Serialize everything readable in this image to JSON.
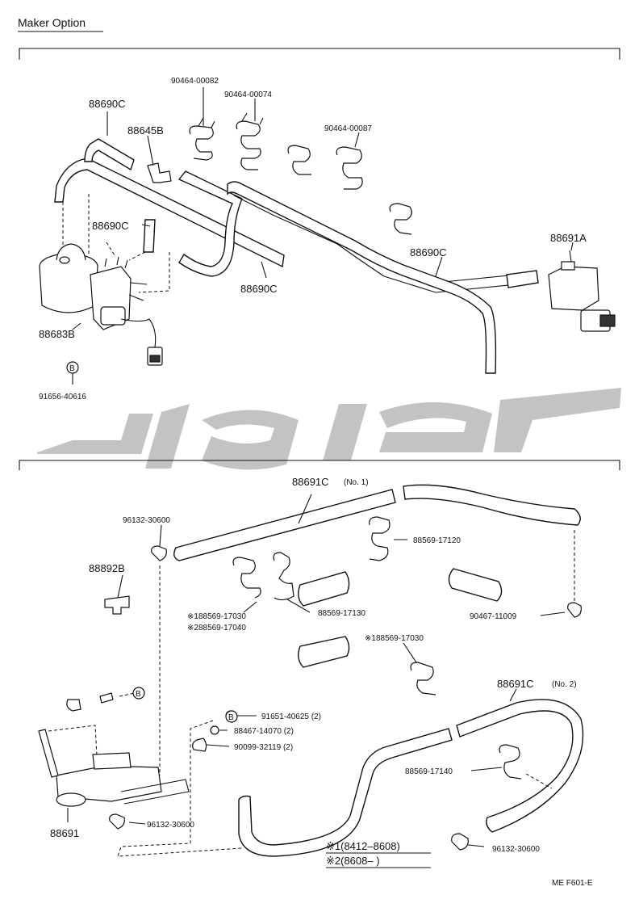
{
  "header": {
    "title": "Maker Option"
  },
  "top_labels": {
    "p88690c_a": "88690C",
    "p88645b": "88645B",
    "p90464_00082": "90464-00082",
    "p90464_00074": "90464-00074",
    "p90464_00087": "90464-00087",
    "p88690c_b": "88690C",
    "p88690c_c": "88690C",
    "p88690c_d": "88690C",
    "p88683b": "88683B",
    "p91656": "91656-40616",
    "p88691a": "88691A",
    "ref_b": "B"
  },
  "bottom_labels": {
    "p88691c_no1": "88691C",
    "no1": "(No. 1)",
    "p96132_a": "96132-30600",
    "p88569_17120": "88569-17120",
    "p88892b": "88892B",
    "p88569_17130": "88569-17130",
    "star1_17030": "※188569-17030",
    "star2_17040": "※288569-17040",
    "p90467": "90467-11009",
    "star1_17030_b": "※188569-17030",
    "p88691c_no2": "88691C",
    "no2": "(No. 2)",
    "p91651": "91651-40625 (2)",
    "p88467": "88467-14070 (2)",
    "p90099": "90099-32119 (2)",
    "p88569_17140": "88569-17140",
    "p88691": "88691",
    "p96132_b": "96132-30600",
    "p96132_c": "96132-30600",
    "ref_b1": "B",
    "ref_b2": "B",
    "ref_b3": "B"
  },
  "legend": {
    "line1": "※1(8412–8608)",
    "line2": "※2(8608–          )"
  },
  "footer": {
    "code": "ME  F601-E"
  }
}
